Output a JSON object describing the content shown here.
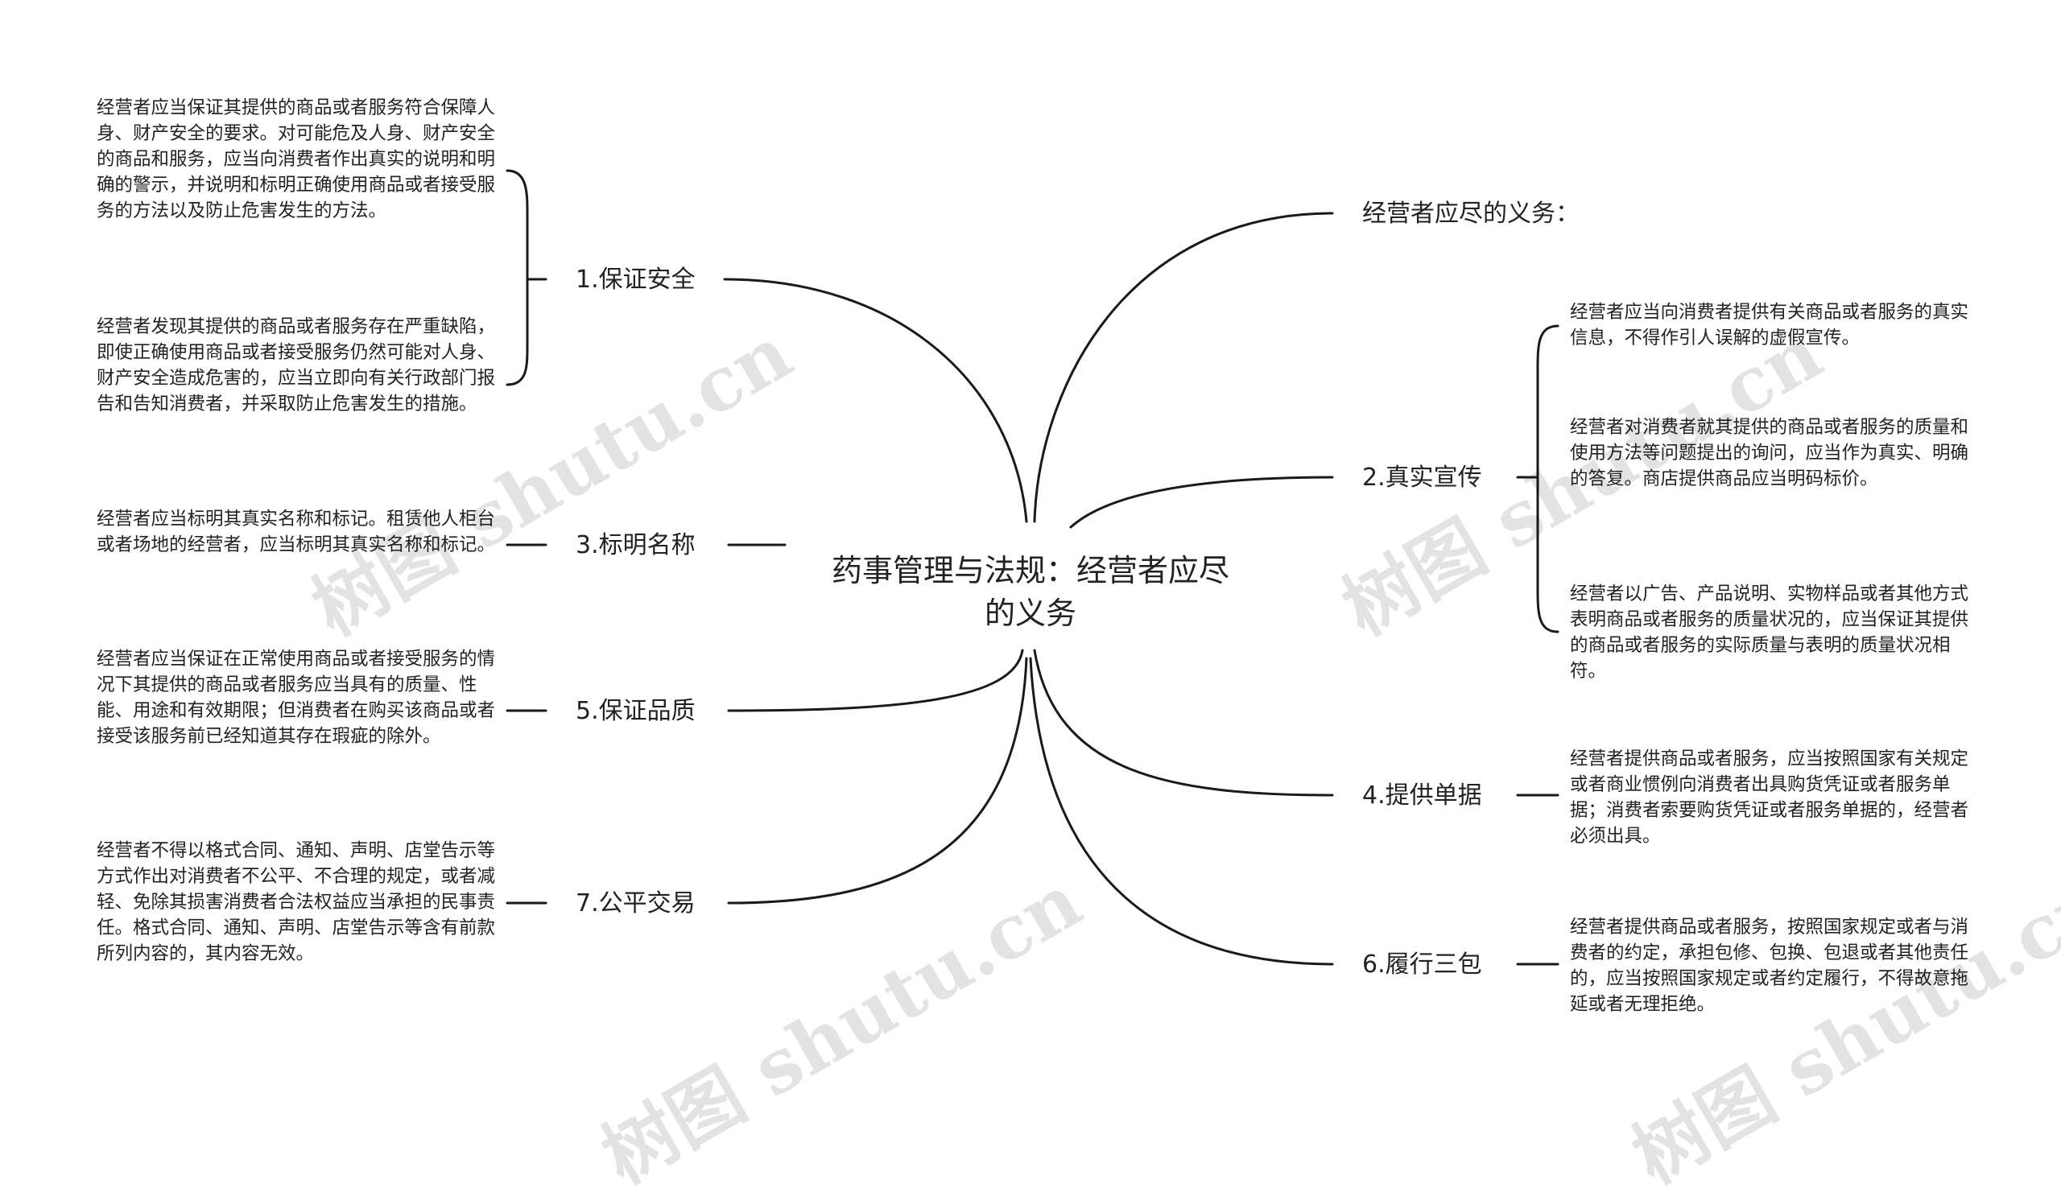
{
  "center": {
    "title": "药事管理与法规：经营者应尽的义务"
  },
  "branches": {
    "b_top": {
      "label": "经营者应尽的义务："
    },
    "b1": {
      "label": "1.保证安全",
      "notes": [
        "经营者应当保证其提供的商品或者服务符合保障人身、财产安全的要求。对可能危及人身、财产安全的商品和服务，应当向消费者作出真实的说明和明确的警示，并说明和标明正确使用商品或者接受服务的方法以及防止危害发生的方法。",
        "经营者发现其提供的商品或者服务存在严重缺陷，即使正确使用商品或者接受服务仍然可能对人身、财产安全造成危害的，应当立即向有关行政部门报告和告知消费者，并采取防止危害发生的措施。"
      ]
    },
    "b2": {
      "label": "2.真实宣传",
      "notes": [
        "经营者应当向消费者提供有关商品或者服务的真实信息，不得作引人误解的虚假宣传。",
        "经营者对消费者就其提供的商品或者服务的质量和使用方法等问题提出的询问，应当作为真实、明确的答复。商店提供商品应当明码标价。",
        "经营者以广告、产品说明、实物样品或者其他方式表明商品或者服务的质量状况的，应当保证其提供的商品或者服务的实际质量与表明的质量状况相符。"
      ]
    },
    "b3": {
      "label": "3.标明名称",
      "notes": [
        "经营者应当标明其真实名称和标记。租赁他人柜台或者场地的经营者，应当标明其真实名称和标记。"
      ]
    },
    "b4": {
      "label": "4.提供单据",
      "notes": [
        "经营者提供商品或者服务，应当按照国家有关规定或者商业惯例向消费者出具购货凭证或者服务单据；消费者索要购货凭证或者服务单据的，经营者必须出具。"
      ]
    },
    "b5": {
      "label": "5.保证品质",
      "notes": [
        "经营者应当保证在正常使用商品或者接受服务的情况下其提供的商品或者服务应当具有的质量、性能、用途和有效期限；但消费者在购买该商品或者接受该服务前已经知道其存在瑕疵的除外。"
      ]
    },
    "b6": {
      "label": "6.履行三包",
      "notes": [
        "经营者提供商品或者服务，按照国家规定或者与消费者的约定，承担包修、包换、包退或者其他责任的，应当按照国家规定或者约定履行，不得故意拖延或者无理拒绝。"
      ]
    },
    "b7": {
      "label": "7.公平交易",
      "notes": [
        "经营者不得以格式合同、通知、声明、店堂告示等方式作出对消费者不公平、不合理的规定，或者减轻、免除其损害消费者合法权益应当承担的民事责任。格式合同、通知、声明、店堂告示等含有前款所列内容的，其内容无效。"
      ]
    }
  },
  "watermark": {
    "text": "树图 shutu.cn"
  },
  "colors": {
    "line": "#1a1a1a",
    "text": "#222222",
    "background": "#ffffff"
  }
}
